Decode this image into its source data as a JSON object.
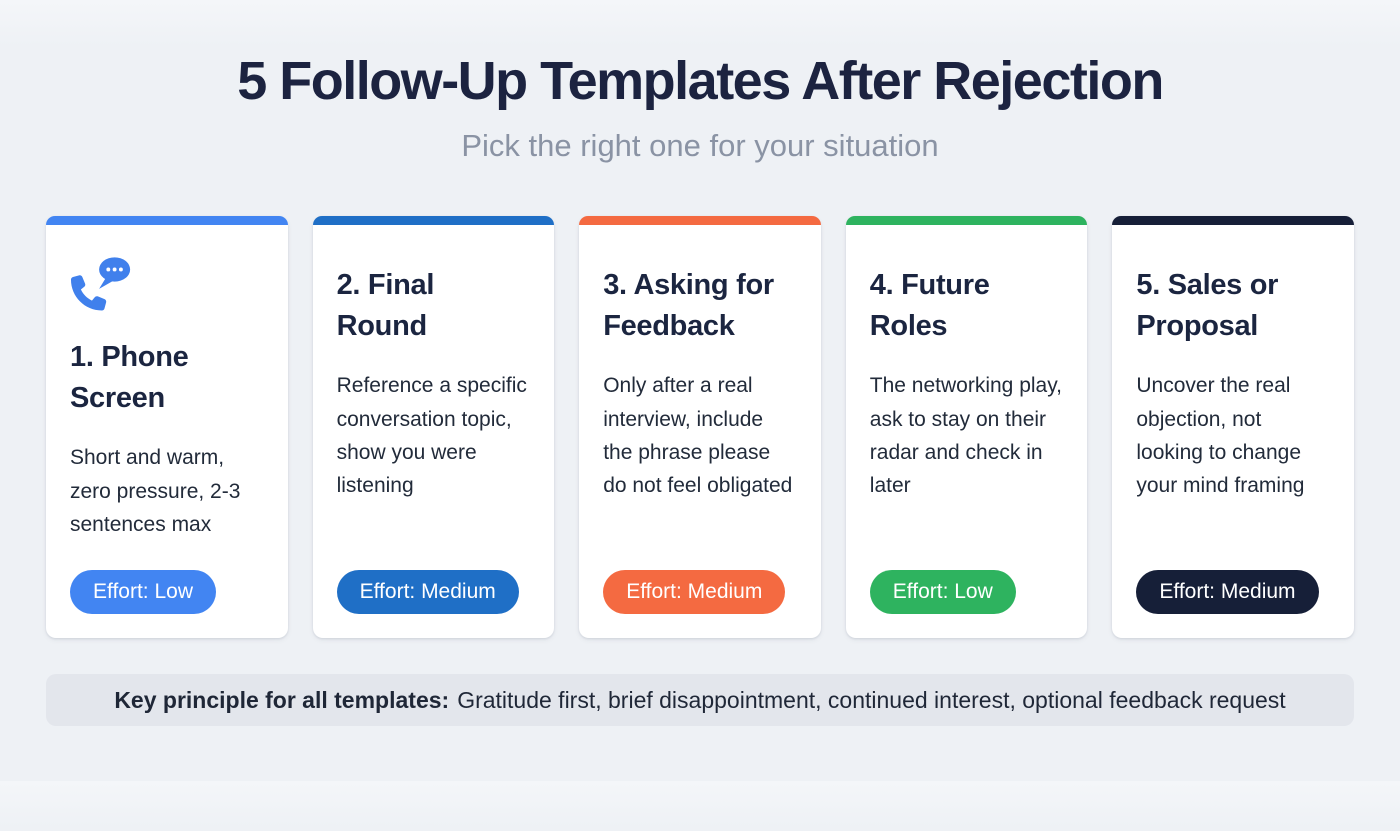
{
  "page": {
    "title": "5 Follow-Up Templates After Rejection",
    "subtitle": "Pick the right one for your situation"
  },
  "colors": {
    "blue": "#4285f2",
    "dark_blue": "#1f6fc6",
    "orange": "#f46a41",
    "green": "#2eb35f",
    "navy": "#161f38",
    "icon_blue": "#4080ec"
  },
  "cards": [
    {
      "heading": "1. Phone Screen",
      "description": "Short and warm, zero pressure, 2-3 sentences max",
      "badge": "Effort: Low",
      "accent": "#4285f2",
      "icon": "phone-chat-icon"
    },
    {
      "heading": "2. Final Round",
      "description": "Reference a specific conversation topic, show you were listening",
      "badge": "Effort: Medium",
      "accent": "#1f6fc6",
      "icon": null
    },
    {
      "heading": "3. Asking for Feedback",
      "description": "Only after a real interview, include the phrase please do not feel obligated",
      "badge": "Effort: Medium",
      "accent": "#f46a41",
      "icon": null
    },
    {
      "heading": "4. Future Roles",
      "description": "The networking play, ask to stay on their radar and check in later",
      "badge": "Effort: Low",
      "accent": "#2eb35f",
      "icon": null
    },
    {
      "heading": "5. Sales or Proposal",
      "description": "Uncover the real objection, not looking to change your mind framing",
      "badge": "Effort: Medium",
      "accent": "#161f38",
      "icon": null
    }
  ],
  "footer": {
    "bold_label": "Key principle for all templates:",
    "text": "Gratitude first, brief disappointment, continued interest, optional feedback request"
  }
}
